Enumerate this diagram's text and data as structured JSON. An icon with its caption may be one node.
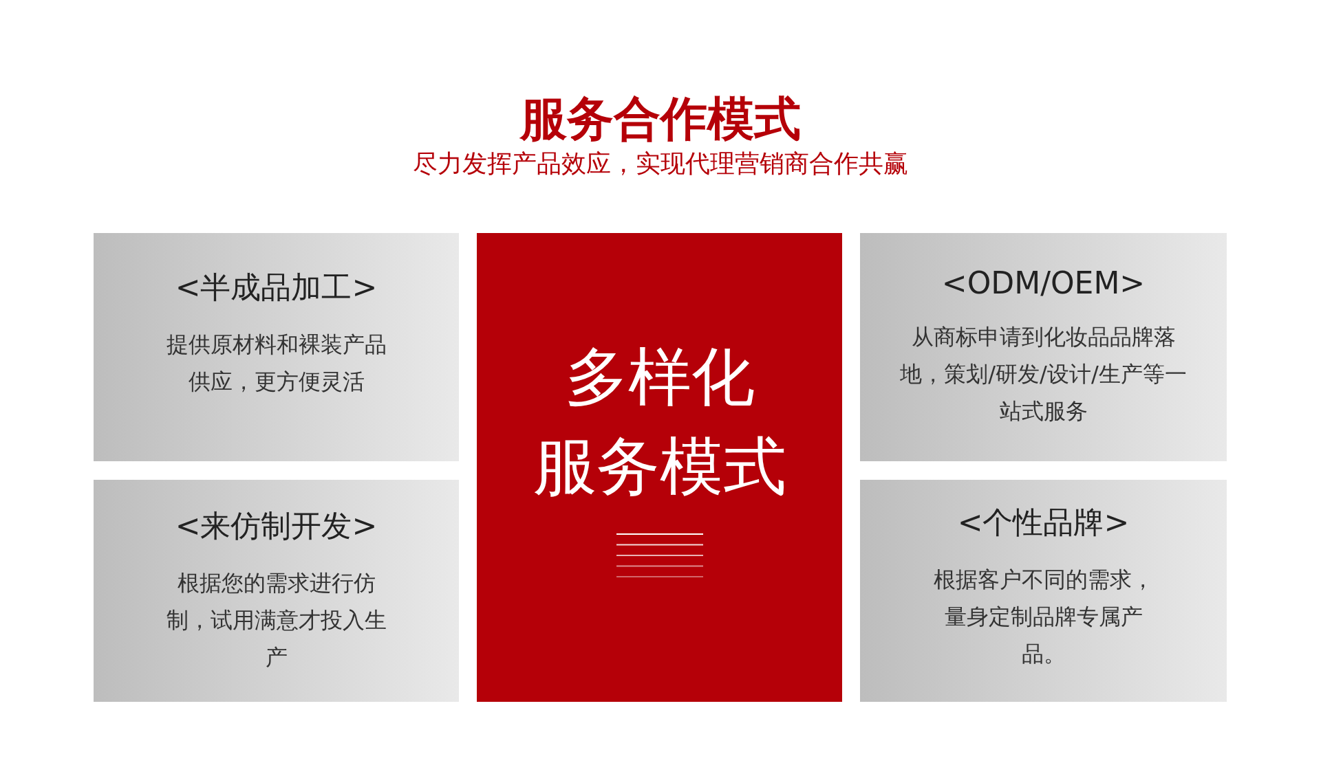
{
  "diagram": {
    "title": "服务合作模式",
    "nodes": [
      {
        "text": [
          "<半成品加工>",
          "提供原材料和裸装产品供应，更方便灵活"
        ]
      },
      {
        "text": [
          "<来仿制开发>",
          "根据您的需求进行仿制，试用满意才投入生产"
        ]
      },
      {
        "text": [
          "多样化",
          "服务模式"
        ]
      },
      {
        "text": [
          "<ODM/OEM>",
          "从商标申请到化妆品品牌落地，策划/研发/设计/生产等一站式服务"
        ]
      },
      {
        "text": [
          "<个性品牌>",
          "根据客户不同的需求，量身定制品牌专属产品。"
        ]
      }
    ],
    "labels": [
      "尽力发挥产品效应，实现代理营销商合作共赢"
    ]
  }
}
